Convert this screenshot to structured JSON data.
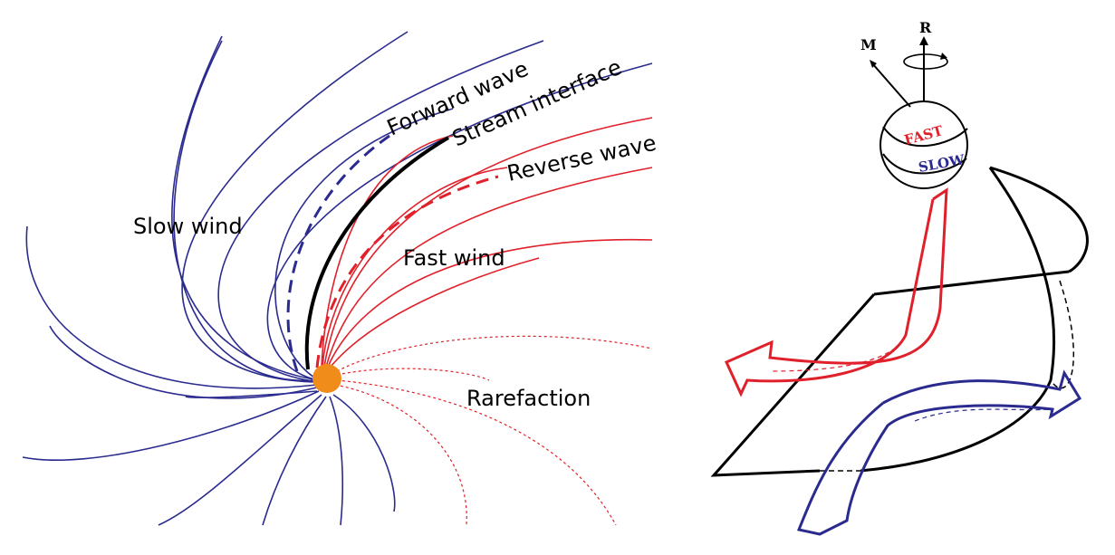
{
  "labels": {
    "forward_wave": "Forward wave",
    "stream_interface": "Stream interface",
    "reverse_wave": "Reverse wave",
    "slow_wind": "Slow wind",
    "fast_wind": "Fast wind",
    "rarefaction": "Rarefaction"
  },
  "sphere": {
    "m": "M",
    "r": "R",
    "fast": "FAST",
    "slow": "SLOW"
  },
  "colors": {
    "slow": "#2a2a8f",
    "fast": "#e0202a",
    "sun": "#f08c1a",
    "interface": "#000000"
  }
}
